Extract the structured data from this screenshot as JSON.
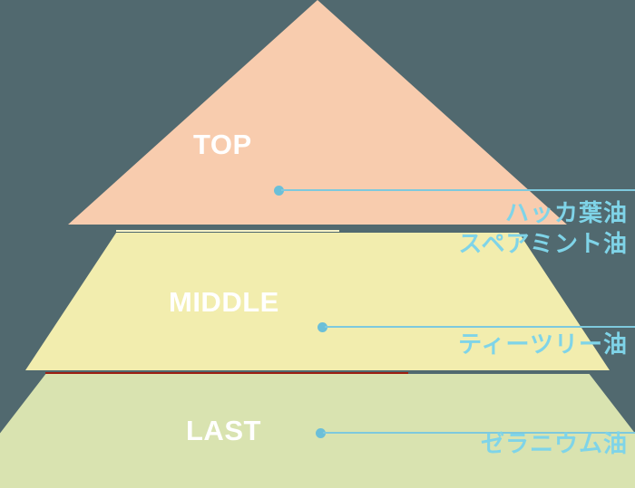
{
  "diagram": {
    "type": "fragrance-note-pyramid",
    "background_color": "#51696F",
    "tiers": [
      {
        "id": "top",
        "label": "TOP",
        "fill_color": "#F8CCAE",
        "label_color": "#FFFFFF",
        "notes": [
          "ハッカ葉油",
          "スペアミント油"
        ]
      },
      {
        "id": "middle",
        "label": "MIDDLE",
        "fill_color": "#F2EDAE",
        "label_color": "#FFFFFF",
        "notes": [
          "ティーツリー油"
        ]
      },
      {
        "id": "last",
        "label": "LAST",
        "fill_color": "#D9E3B0",
        "label_color": "#FFFFFF",
        "notes": [
          "ゼラニウム油"
        ]
      }
    ],
    "accent_colors": {
      "connector_dot": "#6BBFD8",
      "connector_line": "#7EC9DD",
      "note_text": "#7FD4E8",
      "rule_red": "#9B1E10",
      "rule_light": "#F7F3C9"
    }
  }
}
